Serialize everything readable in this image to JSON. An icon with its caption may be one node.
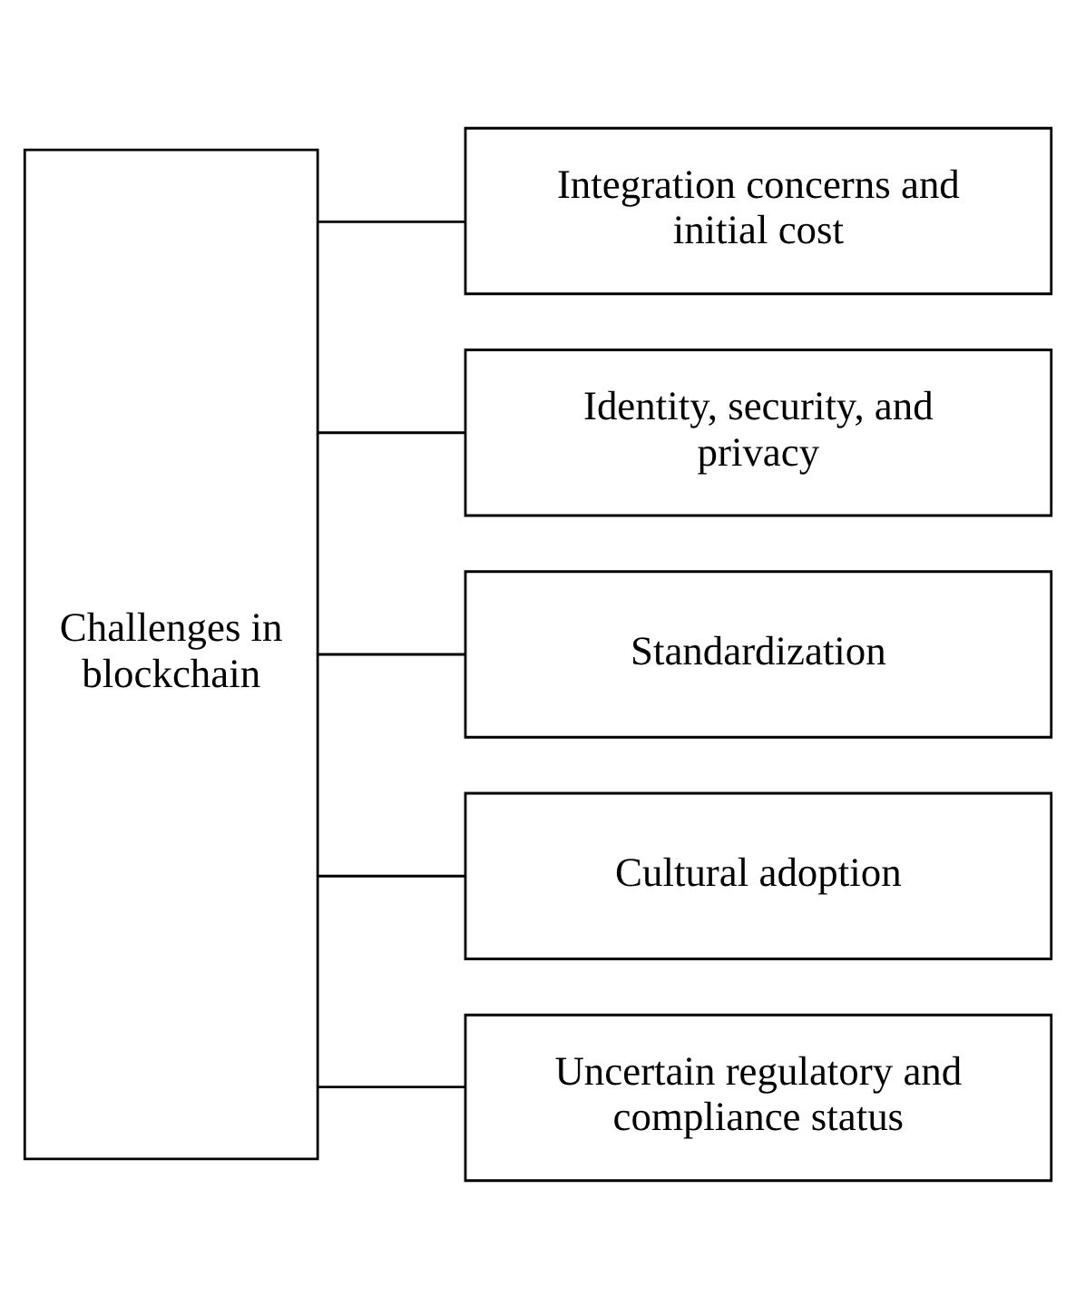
{
  "diagram": {
    "nodes": [
      {
        "text": [
          "Challenges in blockchain"
        ]
      },
      {
        "text": [
          "Integration concerns and initial cost"
        ]
      },
      {
        "text": [
          "Identity, security, and privacy"
        ]
      },
      {
        "text": [
          "Standardization"
        ]
      },
      {
        "text": [
          "Cultural adoption"
        ]
      },
      {
        "text": [
          "Uncertain regulatory and compliance status"
        ]
      }
    ],
    "edges": [
      {
        "from": 0,
        "to": 1,
        "arrow": "none"
      },
      {
        "from": 0,
        "to": 2,
        "arrow": "none"
      },
      {
        "from": 0,
        "to": 3,
        "arrow": "none"
      },
      {
        "from": 0,
        "to": 4,
        "arrow": "none"
      },
      {
        "from": 0,
        "to": 5,
        "arrow": "none"
      }
    ]
  }
}
